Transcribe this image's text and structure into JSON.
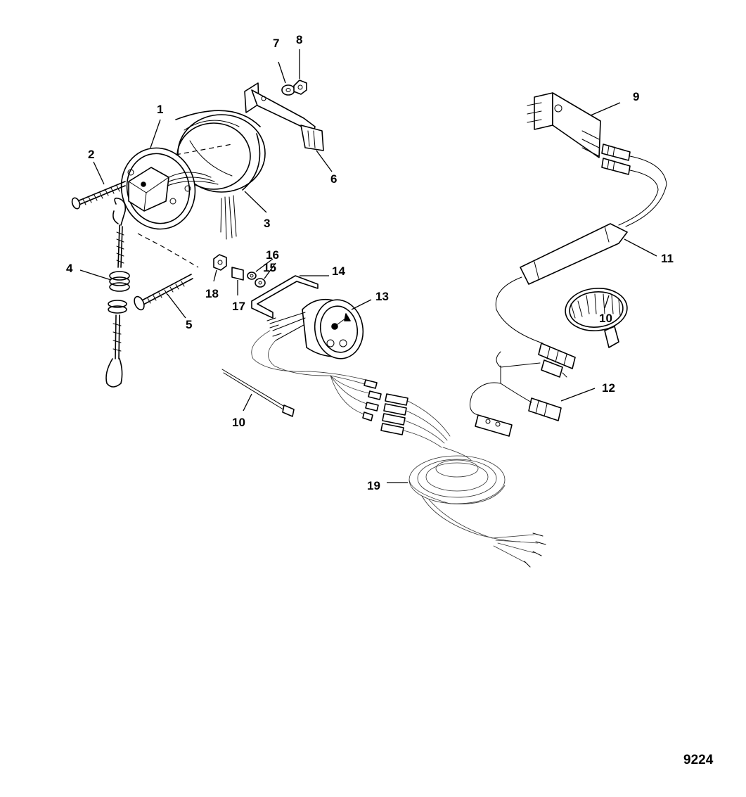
{
  "callouts": {
    "c1": "1",
    "c2": "2",
    "c3": "3",
    "c4": "4",
    "c5": "5",
    "c6": "6",
    "c7": "7",
    "c8": "8",
    "c9": "9",
    "c10a": "10",
    "c10b": "10",
    "c11": "11",
    "c12": "12",
    "c13": "13",
    "c14": "14",
    "c15": "15",
    "c16": "16",
    "c17": "17",
    "c18": "18",
    "c19": "19"
  },
  "document_number": "9224"
}
